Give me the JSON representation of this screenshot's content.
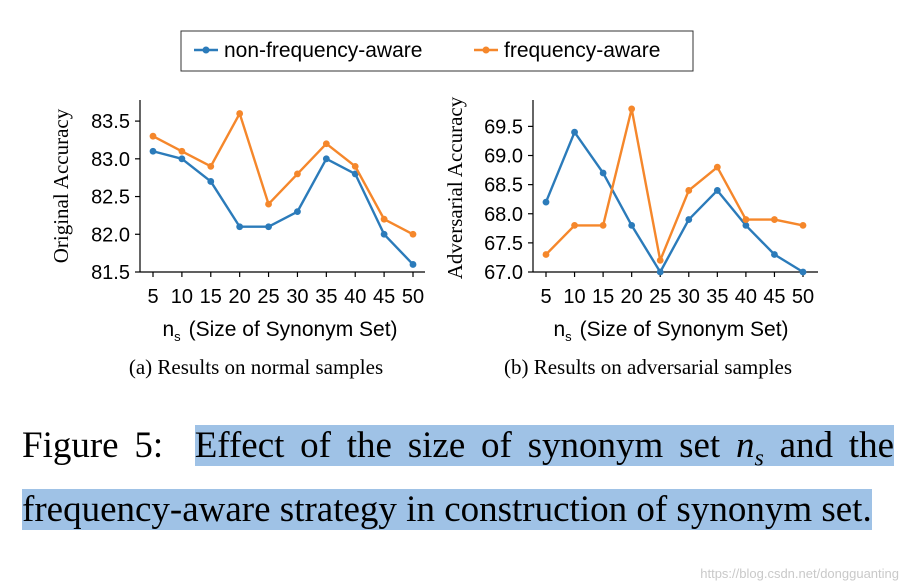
{
  "legend": {
    "items": [
      {
        "label": "non-frequency-aware",
        "color": "#2b7bba"
      },
      {
        "label": "frequency-aware",
        "color": "#f5872b"
      }
    ]
  },
  "chart_data": [
    {
      "type": "line",
      "x": [
        5,
        10,
        15,
        20,
        25,
        30,
        35,
        40,
        45,
        50
      ],
      "x_tick_labels": [
        "5",
        "10",
        "15",
        "20",
        "25",
        "30",
        "35",
        "40",
        "45",
        "50"
      ],
      "series": [
        {
          "name": "non-frequency-aware",
          "color": "#2b7bba",
          "values": [
            83.1,
            83.0,
            82.7,
            82.1,
            82.1,
            82.3,
            83.0,
            82.8,
            82.0,
            81.6
          ]
        },
        {
          "name": "frequency-aware",
          "color": "#f5872b",
          "values": [
            83.3,
            83.1,
            82.9,
            83.6,
            82.4,
            82.8,
            83.2,
            82.9,
            82.2,
            82.0
          ]
        }
      ],
      "xlabel_main": "n",
      "xlabel_sub": "s",
      "xlabel_rest": "(Size of Synonym Set)",
      "ylabel": "Original Accuracy",
      "y_ticks": [
        81.5,
        82.0,
        82.5,
        83.0,
        83.5
      ],
      "y_tick_labels": [
        "81.5",
        "82.0",
        "82.5",
        "83.0",
        "83.5"
      ],
      "ylim": [
        81.5,
        83.7
      ],
      "subcaption": "(a) Results on normal samples"
    },
    {
      "type": "line",
      "x": [
        5,
        10,
        15,
        20,
        25,
        30,
        35,
        40,
        45,
        50
      ],
      "x_tick_labels": [
        "5",
        "10",
        "15",
        "20",
        "25",
        "30",
        "35",
        "40",
        "45",
        "50"
      ],
      "series": [
        {
          "name": "non-frequency-aware",
          "color": "#2b7bba",
          "values": [
            68.2,
            69.4,
            68.7,
            67.8,
            67.0,
            67.9,
            68.4,
            67.8,
            67.3,
            67.0
          ]
        },
        {
          "name": "frequency-aware",
          "color": "#f5872b",
          "values": [
            67.3,
            67.8,
            67.8,
            69.8,
            67.2,
            68.4,
            68.8,
            67.9,
            67.9,
            67.8
          ]
        }
      ],
      "xlabel_main": "n",
      "xlabel_sub": "s",
      "xlabel_rest": "(Size of Synonym Set)",
      "ylabel": "Adversarial Accuracy",
      "y_ticks": [
        67.0,
        67.5,
        68.0,
        68.5,
        69.0,
        69.5
      ],
      "y_tick_labels": [
        "67.0",
        "67.5",
        "68.0",
        "68.5",
        "69.0",
        "69.5"
      ],
      "ylim": [
        67.0,
        69.85
      ],
      "subcaption": "(b) Results on adversarial samples"
    }
  ],
  "caption": {
    "label": "Figure 5:",
    "text_before": "Effect of the size of synonym set",
    "symbol_main": "n",
    "symbol_sub": "s",
    "text_after": "and the frequency-aware strategy in construction of synonym set."
  },
  "watermark": "https://blog.csdn.net/dongguanting"
}
